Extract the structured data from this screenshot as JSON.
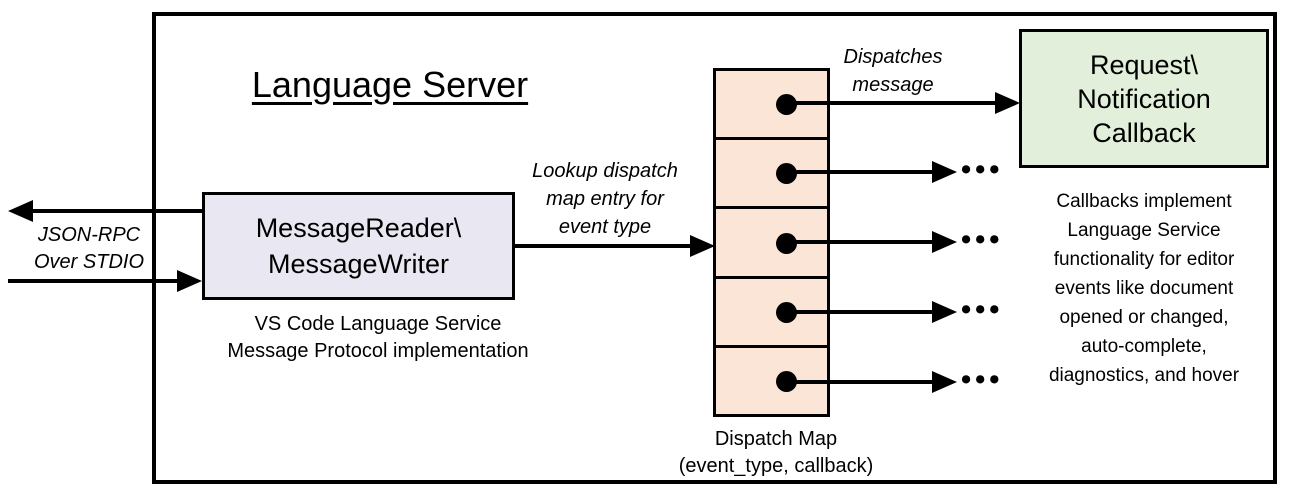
{
  "title": "Language Server",
  "colors": {
    "message_box_fill": "#E9E8F2",
    "dispatch_cell_fill": "#FBE5D6",
    "callback_box_fill": "#E2EFDA",
    "line": "#000000",
    "background": "#FFFFFF"
  },
  "icons": {
    "ellipsis": "•••",
    "map_entry_dot": "●"
  },
  "host_io": {
    "label": "JSON-RPC\nOver STDIO"
  },
  "message_component": {
    "name": "MessageReader\\\nMessageWriter",
    "caption": "VS Code Language Service\nMessage Protocol implementation"
  },
  "lookup_arrow_label": "Lookup dispatch\nmap entry for\nevent type",
  "dispatch_arrow_label": "Dispatches\nmessage",
  "dispatch_map": {
    "rows": 5,
    "caption": "Dispatch Map\n(event_type, callback)"
  },
  "callback_box": {
    "name": "Request\\\nNotification\nCallback"
  },
  "callbacks_note": "Callbacks implement\nLanguage Service\nfunctionality for editor\nevents like document\nopened or changed,\nauto-complete,\ndiagnostics, and hover"
}
